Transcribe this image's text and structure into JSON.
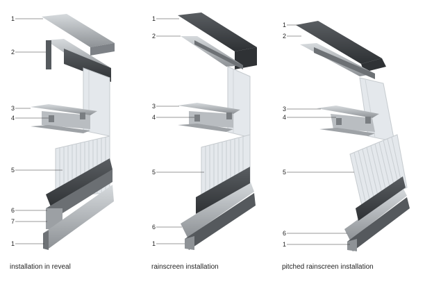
{
  "panels": [
    {
      "caption": "installation in reveal",
      "labels": [
        "1",
        "2",
        "3",
        "4",
        "5",
        "6",
        "7",
        "1"
      ]
    },
    {
      "caption": "rainscreen installation",
      "labels": [
        "1",
        "2",
        "3",
        "4",
        "5",
        "6",
        "1"
      ]
    },
    {
      "caption": "pitched rainscreen installation",
      "labels": [
        "1",
        "2",
        "3",
        "4",
        "5",
        "6",
        "1"
      ]
    }
  ],
  "colors": {
    "profile_dark": "#3e4245",
    "profile_mid": "#8e9296",
    "profile_light": "#c9cdd1",
    "glass": "#e4e8ec",
    "leader": "#333333"
  }
}
